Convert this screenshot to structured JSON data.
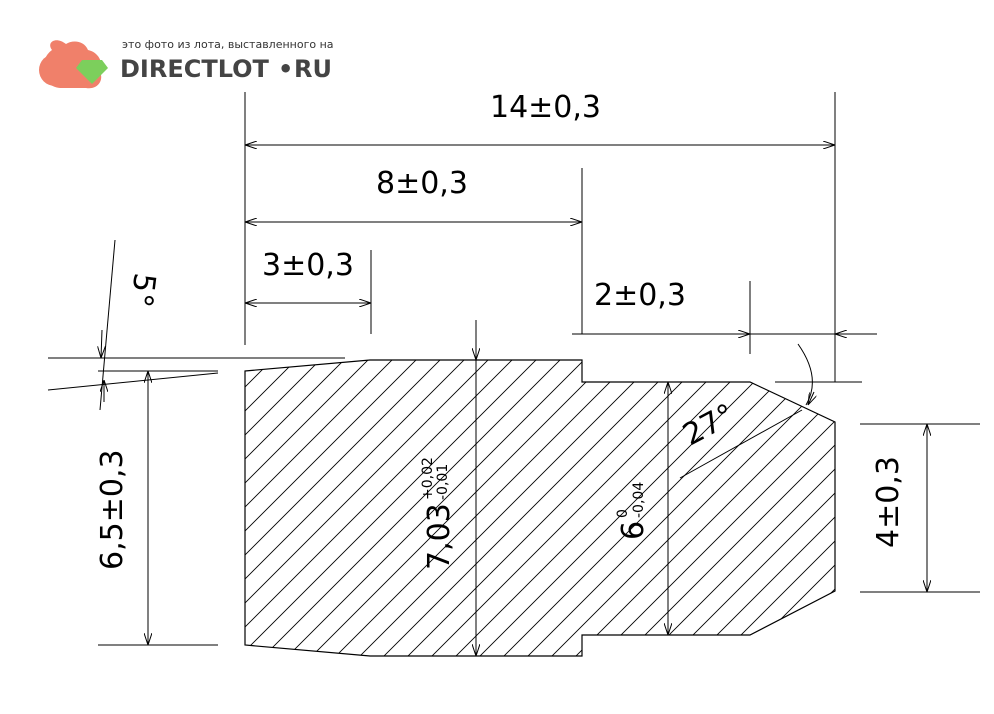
{
  "watermark": {
    "caption": "это фото из лота, выставленного на",
    "brand": "DIRECTLOT",
    "dot": "•",
    "suffix": "RU"
  },
  "dimensions": {
    "overall_length": "14±0,3",
    "length_8": "8±0,3",
    "length_3": "3±0,3",
    "length_2": "2±0,3",
    "height_65": "6,5±0,3",
    "height_4": "4±0,3",
    "angle_5": "5°",
    "angle_27": "27°",
    "dia_703_base": "7,03",
    "dia_703_upper": "+0,02",
    "dia_703_lower": "-0,01",
    "dia_6_base": "6",
    "dia_6_upper": "0",
    "dia_6_lower": "-0,04"
  },
  "colors": {
    "ink": "#000000",
    "brand": "#555555",
    "squirrel": "#f0806a",
    "gem": "#7ccf5c"
  }
}
